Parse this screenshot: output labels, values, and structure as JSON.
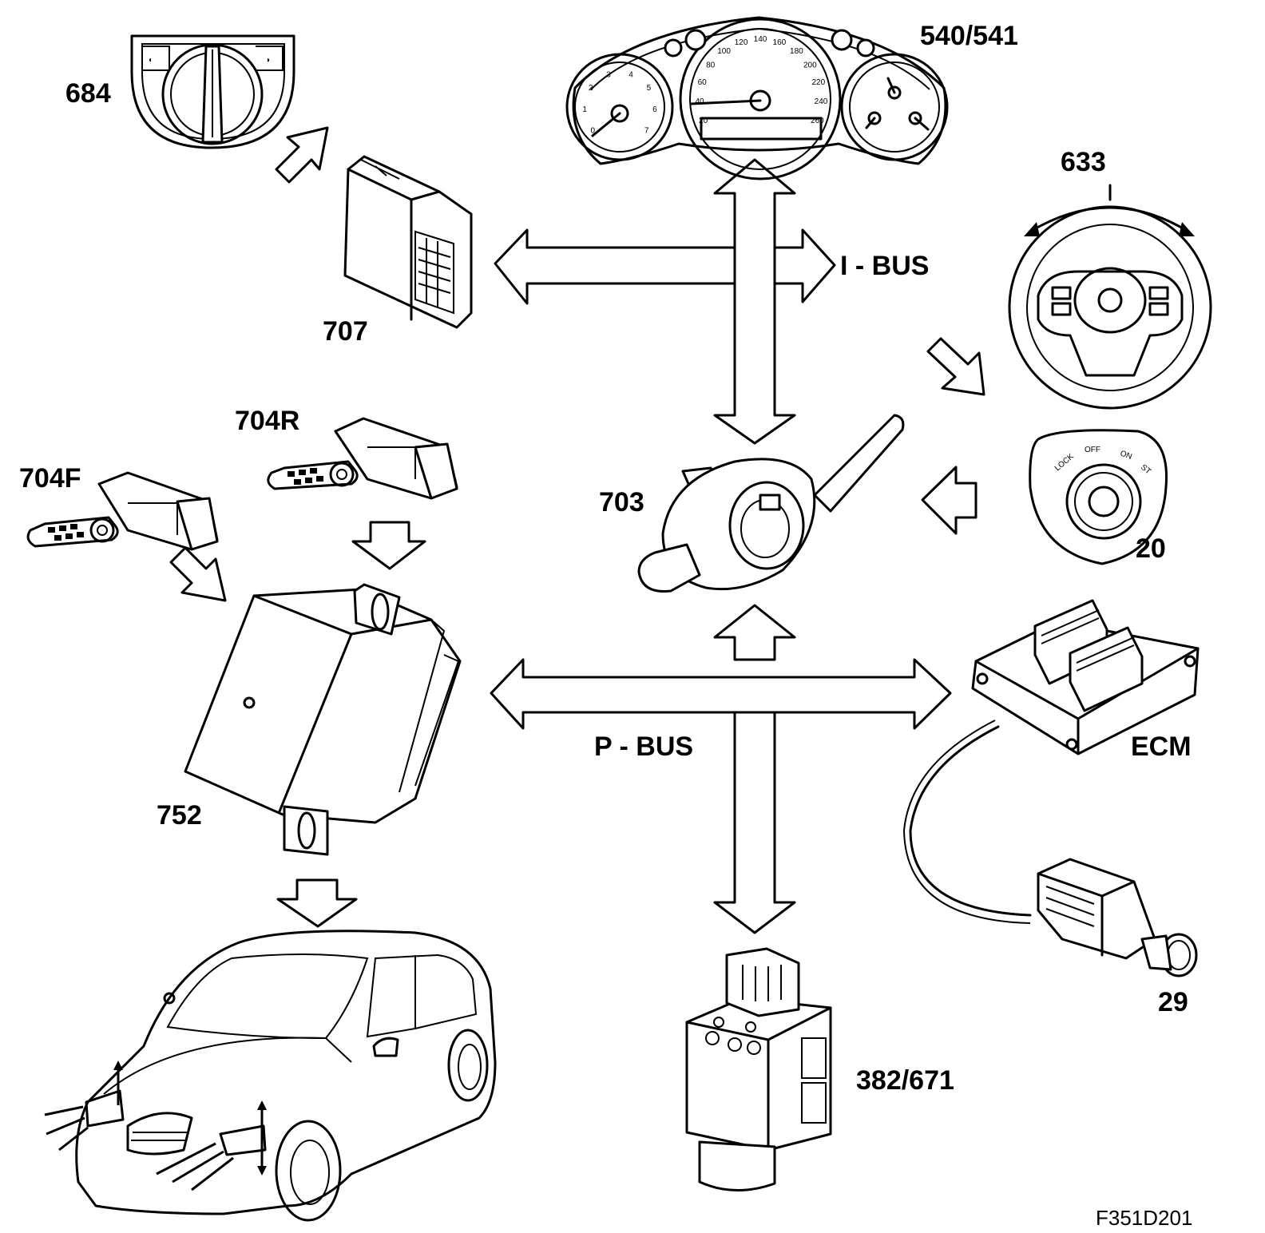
{
  "labels": {
    "cluster": "540/541",
    "headlight_switch": "684",
    "steering_wheel": "633",
    "module_707": "707",
    "i_bus": "I - BUS",
    "sensor_rear": "704R",
    "sensor_front": "704F",
    "steering_column_module": "703",
    "ignition_switch": "20",
    "ecm": "ECM",
    "p_bus": "P - BUS",
    "module_752": "752",
    "abs_unit": "382/671",
    "brake_switch": "29",
    "figure_ref": "F351D201"
  },
  "ignition_switch_text": {
    "lock": "LOCK",
    "off": "OFF",
    "on": "ON",
    "st": "ST"
  },
  "speedometer_ticks": [
    "20",
    "40",
    "60",
    "80",
    "100",
    "120",
    "140",
    "160",
    "180",
    "200",
    "220",
    "240",
    "260"
  ],
  "tachometer_ticks": [
    "0",
    "1",
    "2",
    "3",
    "4",
    "5",
    "6",
    "7"
  ]
}
